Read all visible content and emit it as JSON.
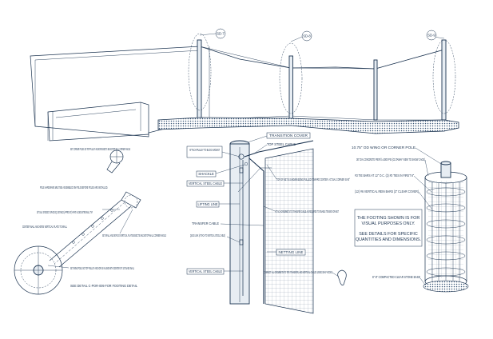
{
  "section_tags": [
    "SD-7",
    "SD-8",
    "SD-9"
  ],
  "corner_detail": {
    "labels": {
      "top_pole": "SET CORNER POLES SO TOP PULLEY ANCHOR BISECTS BACKSTOP WALL CORNER ANGLE",
      "hardware_note": "POLE HARDWARE MUST BE ASSEMBLED ON POLE BEFORE POLES ARE INSTALLED.",
      "eyebolt": "3/8\" GALV. EYEBOLTS SPACE EQ. DISTANCE (APPROX 8\") APART ALONG ENTIRE WALL TYP.",
      "wall_anchor": "SET WALL ANCHOR SO VERTICAL PLATE BISECTS BACKSTOP WALL CORNER ANGLE",
      "center_plate": "CENTER WALL ANCHORS VERTICAL PLATE TO WALL",
      "wing_pole": "SET WING POLE SO TOP PULLEY ANCHOR IS IN-LINE WITH CENTER OF 1ST BASE WALL",
      "footing_ref": "SEE DETAIL C-POR-009 FOR FOOTING DETAIL"
    }
  },
  "pole_detail": {
    "labels": {
      "transition_cover": "TRANSITION COVER",
      "top_steel_cable": "TOP STEEL CABLE",
      "attach_pulley": "ATTACH PULLEY TO BLOCK MOUNT",
      "shackle": "SHACKLE",
      "vert_cable_top": "VERTICAL STEEL CABLE",
      "top_of_net": "TOP OF NET IS SHOWN BEING PULLED TOWARD CENTER. ACTUAL CORNER IS 90°",
      "lifting_line": "LIFTING LINE",
      "transfer_cable": "TRANSFER CABLE",
      "attach_grommets": "ATTACH GROMMETS TO TRANSFER CABLE AS REQUIRED TO ENABLE TENSION ON NET",
      "quick_link": "QUICK LINK (ATTACH TO VERTICAL STEEL CABLE)",
      "netting_line": "NETTING LINE",
      "vert_cable_bottom": "VERTICAL STEEL CABLE",
      "connect_grommets": "CONNECT ALL GROMMETS TO TOP, TRANSFER, AND VERTICAL CABLES USING SNAP HOOKS"
    }
  },
  "footing_detail": {
    "labels": {
      "pole_spec": "10.75\" OD WING OR CORNER POLE",
      "concrete": "36\" DIA CONCRETE PIER fc=3000 PSI (CUTAWAY VIEW TO SHOW CAGE)",
      "ties": "#3 TIE BARS AT 12\" O.C. (2) #3 TIES IN FIRST 6\"",
      "rebar": "(12) #6 VERTICAL REIN BARS (3\" CLEAR COVER)",
      "base": "6\"-8\" COMPACTED CLEAR STONE BASE"
    },
    "note": [
      "THE FOOTING SHOWN IS FOR",
      "VISUAL PURPOSES ONLY.",
      "SEE DETAILS FOR SPECIFIC",
      "QUANTITIES AND DIMENSIONS."
    ]
  }
}
